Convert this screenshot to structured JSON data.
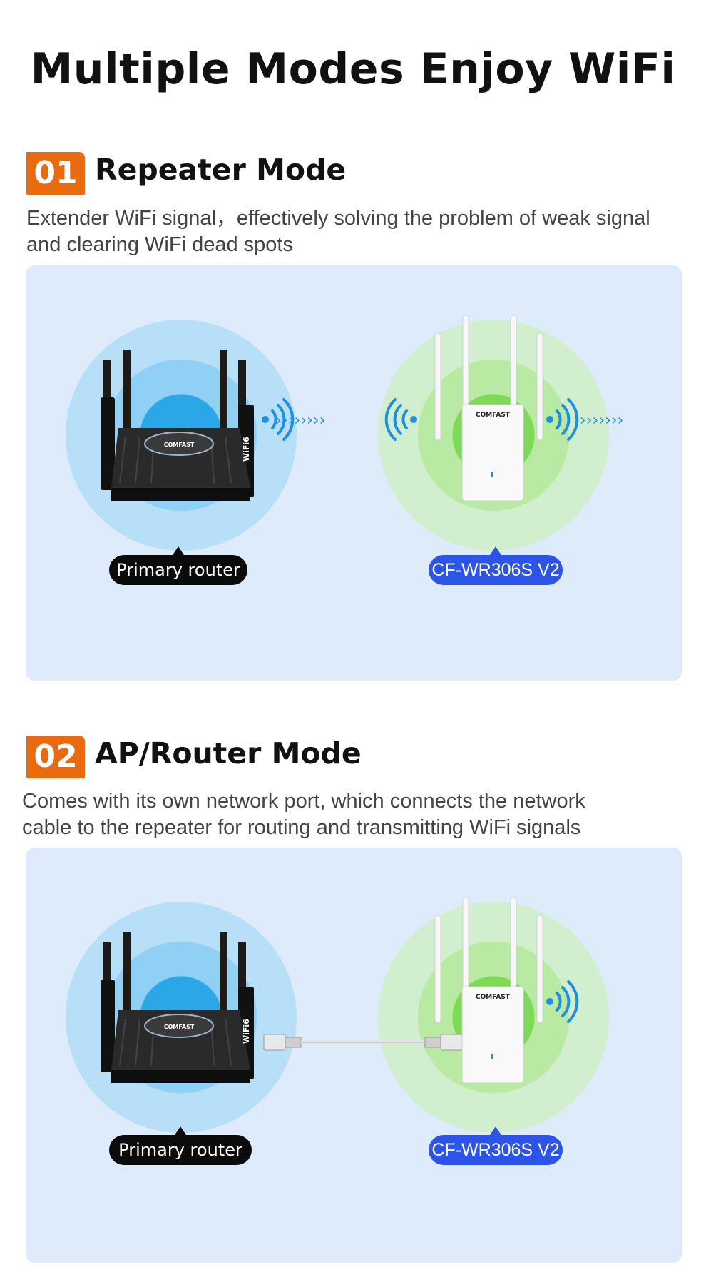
{
  "page": {
    "title": "Multiple Modes  Enjoy WiFi"
  },
  "sections": [
    {
      "number": "01",
      "title": "Repeater Mode",
      "description_line1": "Extender WiFi signal，effectively solving the problem of weak signal",
      "description_line2": "and clearing WiFi dead spots",
      "router_label": "Primary router",
      "device_label": "CF-WR306S V2",
      "router_brand": "COMFAST",
      "router_wifi_mark": "WiFi6",
      "device_brand": "COMFAST",
      "arrow_text": "››››››››"
    },
    {
      "number": "02",
      "title": "AP/Router Mode",
      "description_line1": "Comes with its own network port, which connects the network",
      "description_line2": "cable to the repeater for routing and transmitting WiFi signals",
      "router_label": "Primary router",
      "device_label": "CF-WR306S V2",
      "router_brand": "COMFAST",
      "router_wifi_mark": "WiFi6",
      "device_brand": "COMFAST"
    }
  ],
  "colors": {
    "badge": "#e96a0f",
    "panel_bg": "#deebfa",
    "router_glow": "#2aa7e6",
    "device_glow": "#7ed957",
    "signal": "#1f8fe0",
    "label_black": "#0b0b0b",
    "label_blue": "#2d54e8"
  },
  "icons": [
    "wifi-signal-icon",
    "arrow-chevrons-icon",
    "ethernet-cable-icon"
  ]
}
